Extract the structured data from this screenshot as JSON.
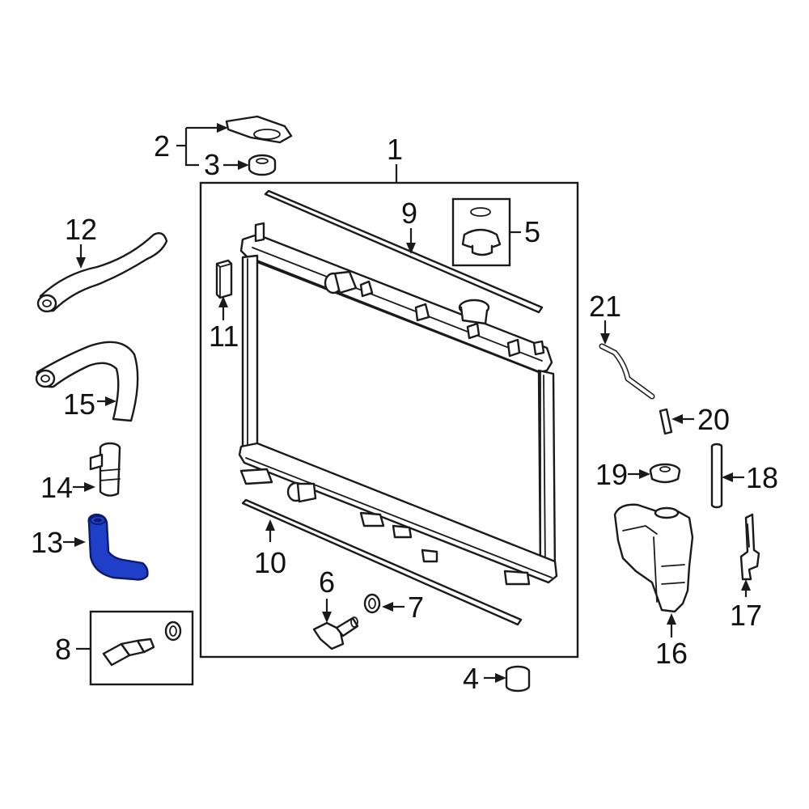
{
  "callouts": {
    "c1": "1",
    "c2": "2",
    "c3": "3",
    "c4": "4",
    "c5": "5",
    "c6": "6",
    "c7": "7",
    "c8": "8",
    "c9": "9",
    "c10": "10",
    "c11": "11",
    "c12": "12",
    "c13": "13",
    "c14": "14",
    "c15": "15",
    "c16": "16",
    "c17": "17",
    "c18": "18",
    "c19": "19",
    "c20": "20",
    "c21": "21"
  },
  "highlight": {
    "part": "13",
    "color": "#1f3fc8"
  }
}
